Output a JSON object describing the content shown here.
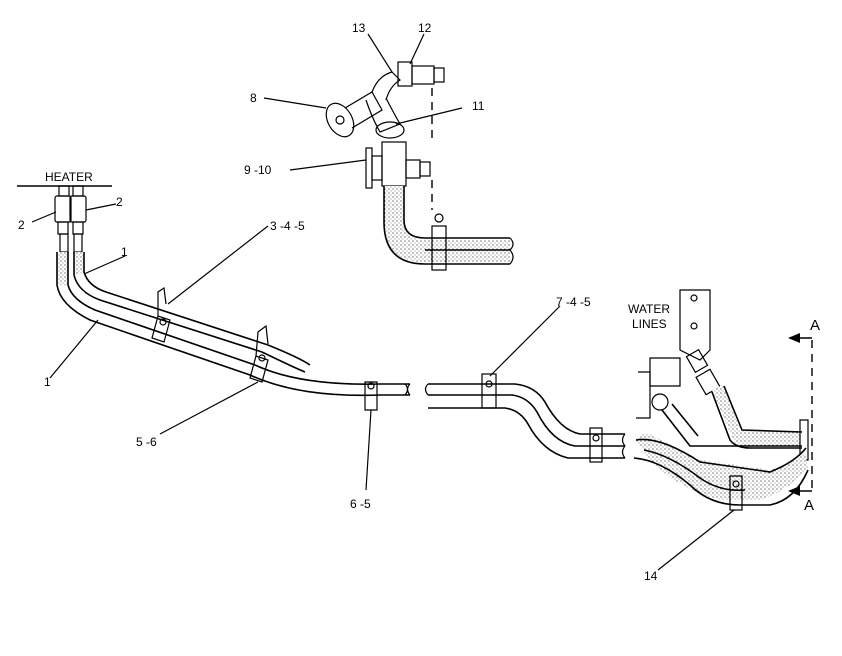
{
  "labels": {
    "heater": "HEATER",
    "water_lines": [
      "WATER",
      "LINES"
    ],
    "section_a": "A",
    "callouts": {
      "c1a": "1",
      "c1b": "1",
      "c2a": "2",
      "c2b": "2",
      "c345": "3 -4 -5",
      "c56": "5 -6",
      "c65": "6 -5",
      "c745": "7 -4 -5",
      "c8": "8",
      "c910": "9 -10",
      "c11": "11",
      "c12": "12",
      "c13": "13",
      "c14": "14"
    }
  }
}
